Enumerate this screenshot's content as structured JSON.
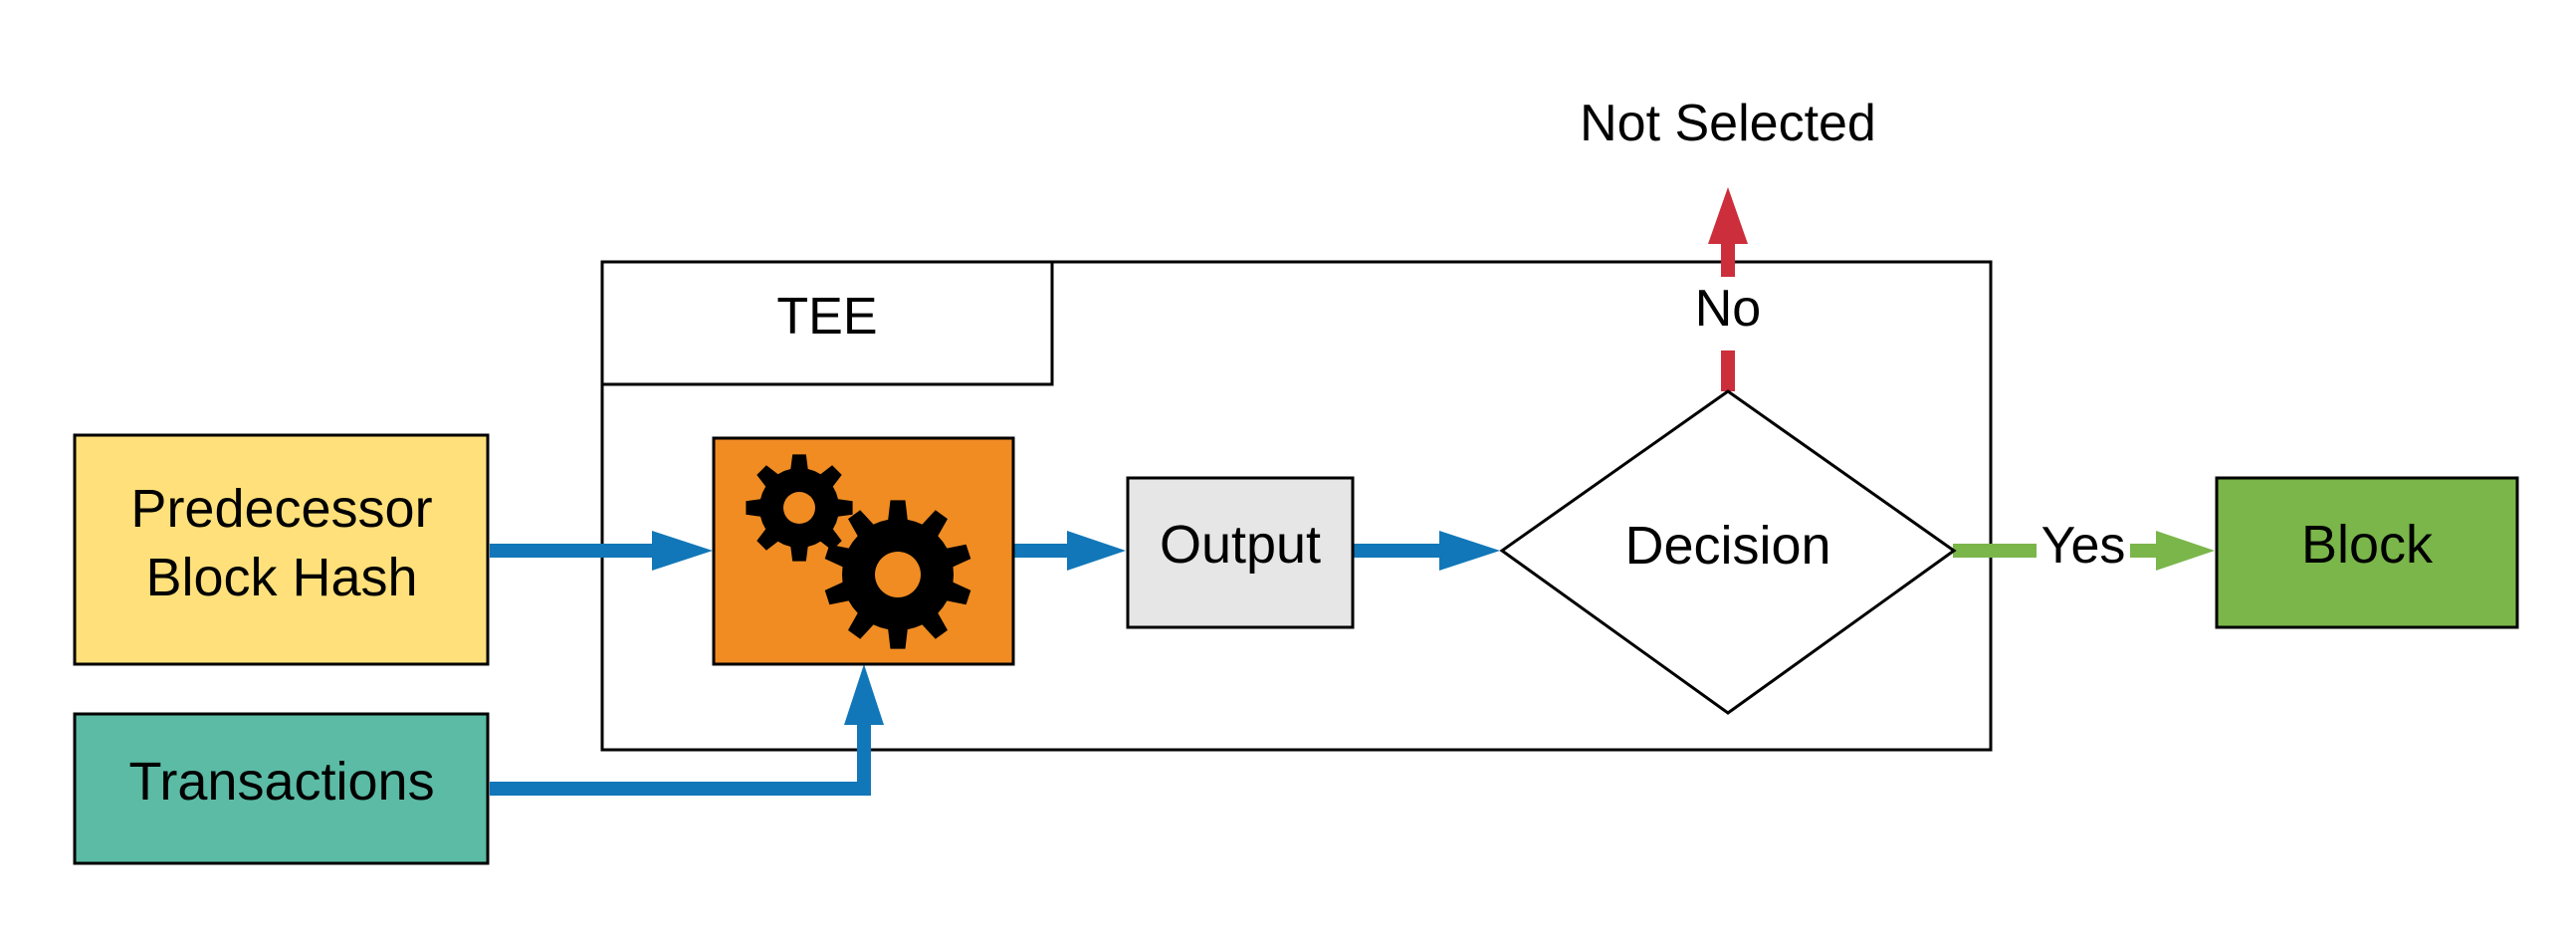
{
  "labels": {
    "predecessor_line1": "Predecessor",
    "predecessor_line2": "Block Hash",
    "transactions": "Transactions",
    "tee": "TEE",
    "output": "Output",
    "decision": "Decision",
    "yes": "Yes",
    "no": "No",
    "not_selected": "Not Selected",
    "block": "Block"
  },
  "icons": {
    "process": "gears-icon"
  },
  "colors": {
    "predecessor_fill": "#FFE07A",
    "transactions_fill": "#5BBBA5",
    "process_fill": "#F08C22",
    "output_fill": "#E6E6E6",
    "block_fill": "#7AB64A",
    "flow_blue": "#1177B8",
    "flow_green": "#7AB64A",
    "flow_red": "#CC2E3B"
  }
}
